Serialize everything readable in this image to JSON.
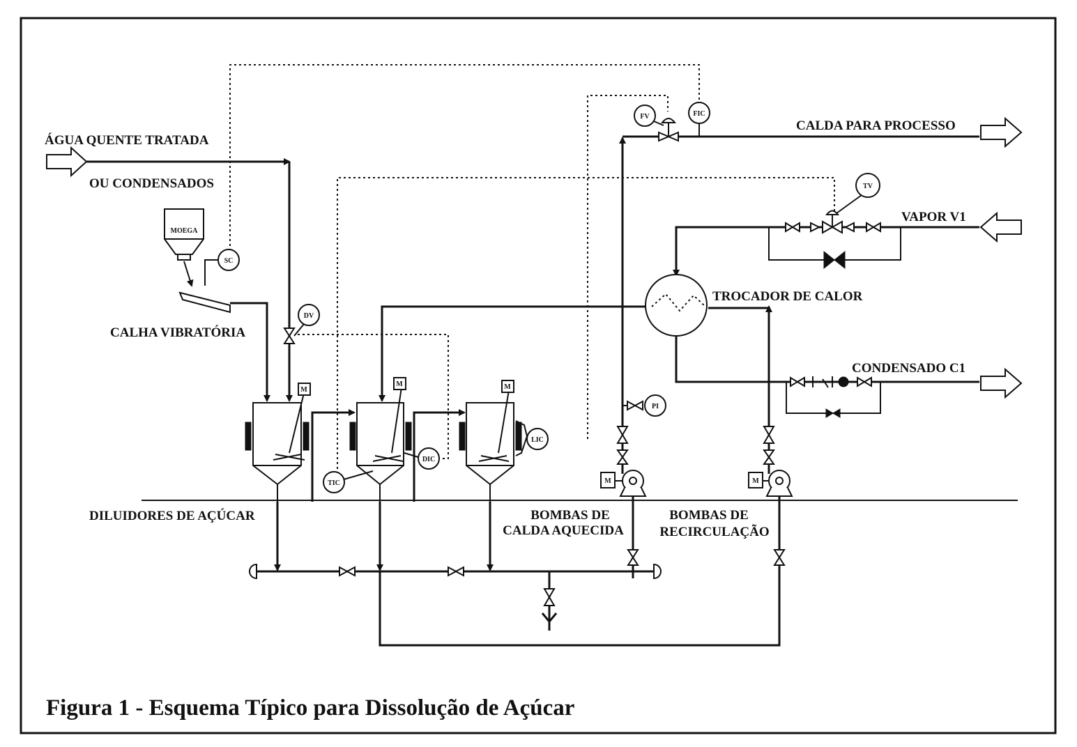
{
  "labels": {
    "agua_quente": "ÁGUA QUENTE TRATADA",
    "ou_condensados": "OU CONDENSADOS",
    "moega": "MOEGA",
    "calha": "CALHA VIBRATÓRIA",
    "diluidores": "DILUIDORES DE AÇÚCAR",
    "bombas_calda_1": "BOMBAS DE",
    "bombas_calda_2": "CALDA AQUECIDA",
    "bombas_recirc_1": "BOMBAS DE",
    "bombas_recirc_2": "RECIRCULAÇÃO",
    "trocador": "TROCADOR DE CALOR",
    "calda_processo": "CALDA PARA PROCESSO",
    "vapor": "VAPOR V1",
    "condensado": "CONDENSADO C1"
  },
  "instruments": {
    "sc": "SC",
    "dv": "DV",
    "tic": "TIC",
    "dic": "DIC",
    "lic": "LIC",
    "fv": "FV",
    "fic": "FIC",
    "tv": "TV",
    "pi": "PI",
    "motor": "M"
  },
  "caption": "Figura 1 - Esquema Típico para Dissolução de Açúcar"
}
